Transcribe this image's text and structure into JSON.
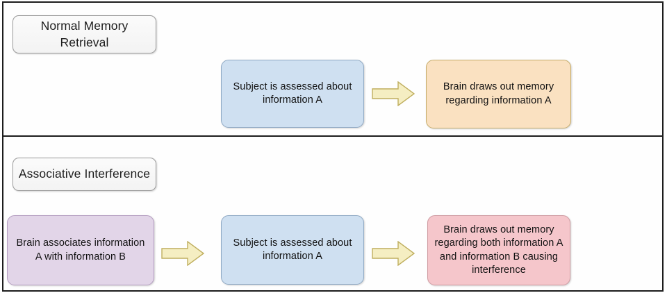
{
  "diagram": {
    "title_hidden": "",
    "panels": [
      {
        "name": "normal-memory-retrieval",
        "label": "Normal Memory\nRetrieval",
        "nodes": [
          {
            "id": "assessed-top",
            "text": "Subject is assessed about\ninformation A",
            "fill": "#cfe0f1",
            "border": "#8fa9c4"
          },
          {
            "id": "brain-a",
            "text": "Brain draws out memory\nregarding information A",
            "fill": "#fae1c1",
            "border": "#c6ac6a"
          }
        ],
        "arrows": [
          {
            "id": "arrow-top",
            "direction": "right",
            "fill": "#f5eec2",
            "border": "#bfae5e"
          }
        ]
      },
      {
        "name": "associative-interference",
        "label": "Associative Interference",
        "nodes": [
          {
            "id": "associates",
            "text": "Brain associates information\nA with information B",
            "fill": "#e2d5e8",
            "border": "#b49dc0"
          },
          {
            "id": "assessed-bottom",
            "text": "Subject is assessed about\ninformation A",
            "fill": "#cfe0f1",
            "border": "#8fa9c4"
          },
          {
            "id": "brain-both",
            "text": "Brain draws out memory\nregarding both information A\nand information B causing\ninterference",
            "fill": "#f5c6cb",
            "border": "#cf9aa1"
          }
        ],
        "arrows": [
          {
            "id": "arrow-bottom-1",
            "direction": "right",
            "fill": "#f5eec2",
            "border": "#bfae5e"
          },
          {
            "id": "arrow-bottom-2",
            "direction": "right",
            "fill": "#f5eec2",
            "border": "#bfae5e"
          }
        ]
      }
    ],
    "colors": {
      "frame": "#1c1c1c",
      "label_box_fill": "#f5f5f5",
      "label_box_border": "#9a9a9a",
      "background": "#ffffff"
    }
  }
}
